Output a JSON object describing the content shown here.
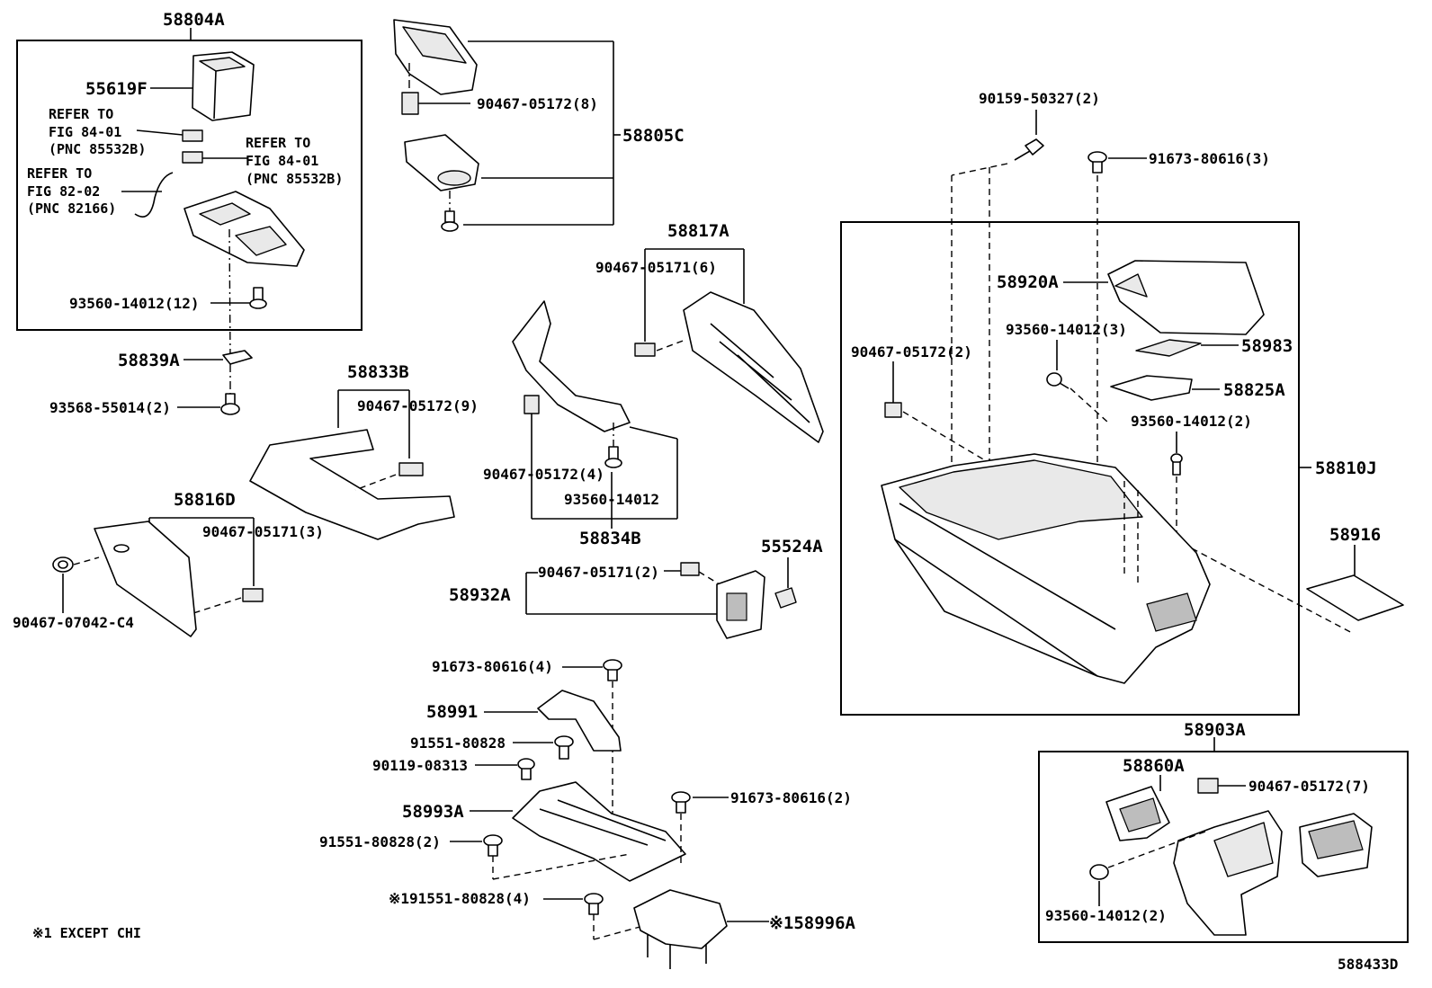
{
  "labels": {
    "p58804A": "58804A",
    "p55619F": "55619F",
    "refer1a": "REFER TO",
    "refer1b": "FIG 84-01",
    "refer1c": "(PNC 85532B)",
    "refer2a": "REFER TO",
    "refer2b": "FIG 84-01",
    "refer2c": "(PNC 85532B)",
    "refer3a": "REFER TO",
    "refer3b": "FIG 82-02",
    "refer3c": "(PNC 82166)",
    "p93560_14012_12": "93560-14012(12)",
    "p58839A": "58839A",
    "p93568_55014_2": "93568-55014(2)",
    "p58833B": "58833B",
    "p90467_05172_9": "90467-05172(9)",
    "p58816D": "58816D",
    "p90467_05171_3": "90467-05171(3)",
    "p90467_07042_C4": "90467-07042-C4",
    "p90467_05172_8": "90467-05172(8)",
    "p58805C": "58805C",
    "p58817A": "58817A",
    "p90467_05171_6": "90467-05171(6)",
    "p90467_05172_4": "90467-05172(4)",
    "p93560_14012": "93560-14012",
    "p58834B": "58834B",
    "p58932A": "58932A",
    "p90467_05171_2": "90467-05171(2)",
    "p55524A": "55524A",
    "p91673_80616_4": "91673-80616(4)",
    "p58991": "58991",
    "p91551_80828": "91551-80828",
    "p90119_08313": "90119-08313",
    "p58993A": "58993A",
    "p91551_80828_2": "91551-80828(2)",
    "p91673_80616_2": "91673-80616(2)",
    "p91551_80828_4": "※191551-80828(4)",
    "p58996A": "※158996A",
    "p90159_50327_2": "90159-50327(2)",
    "p91673_80616_3": "91673-80616(3)",
    "p58920A": "58920A",
    "p93560_14012_3": "93560-14012(3)",
    "p90467_05172_2": "90467-05172(2)",
    "p58983": "58983",
    "p58825A": "58825A",
    "p93560_14012_2a": "93560-14012(2)",
    "p58810J": "58810J",
    "p58916": "58916",
    "p58903A": "58903A",
    "p58860A": "58860A",
    "p90467_05172_7": "90467-05172(7)",
    "p93560_14012_2b": "93560-14012(2)",
    "footnote": "※1 EXCEPT CHI",
    "figure_id": "588433D"
  }
}
